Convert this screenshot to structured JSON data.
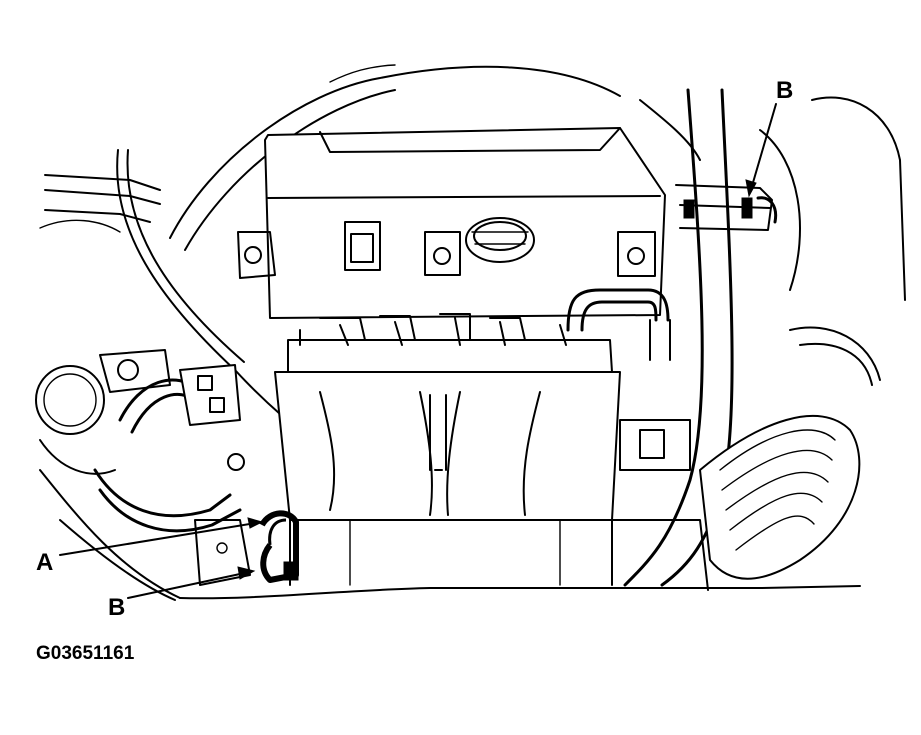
{
  "figure": {
    "figure_id": "G03651161",
    "callouts": {
      "a_left": "A",
      "b_left": "B",
      "b_right": "B"
    }
  }
}
